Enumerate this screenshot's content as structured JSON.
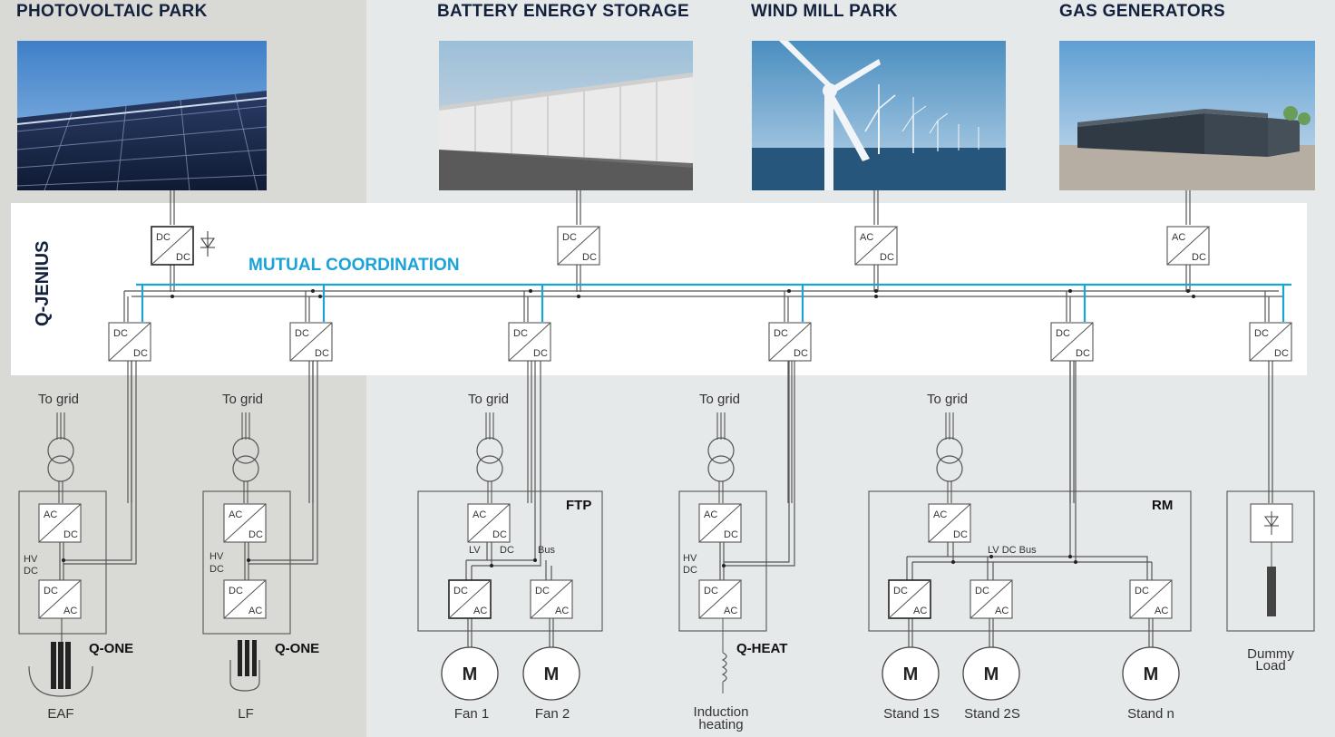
{
  "sources": [
    {
      "title": "PHOTOVOLTAIC PARK"
    },
    {
      "title": "BATTERY ENERGY STORAGE"
    },
    {
      "title": "WIND MILL PARK"
    },
    {
      "title": "GAS GENERATORS"
    }
  ],
  "brand": "Q-JENIUS",
  "coordination": "MUTUAL COORDINATION",
  "converters": {
    "dc": "DC",
    "ac": "AC"
  },
  "loads": {
    "to_grid": "To grid",
    "hv_dc": "HV\nDC",
    "hv": "HV",
    "dc": "DC",
    "q_one": "Q-ONE",
    "q_heat": "Q-HEAT",
    "ftp": "FTP",
    "rm": "RM",
    "lv": "LV",
    "bus_dc": "DC",
    "bus": "Bus",
    "lv_dc_bus": "LV DC Bus",
    "motor": "M",
    "eaf": "EAF",
    "lf": "LF",
    "fan1": "Fan 1",
    "fan2": "Fan 2",
    "induction1": "Induction",
    "induction2": "heating",
    "stand1": "Stand 1S",
    "stand2": "Stand 2S",
    "standn": "Stand n",
    "dummy1": "Dummy",
    "dummy2": "Load"
  },
  "colors": {
    "navy": "#14213d",
    "cyan": "#1aa3d8",
    "line": "#555555"
  }
}
